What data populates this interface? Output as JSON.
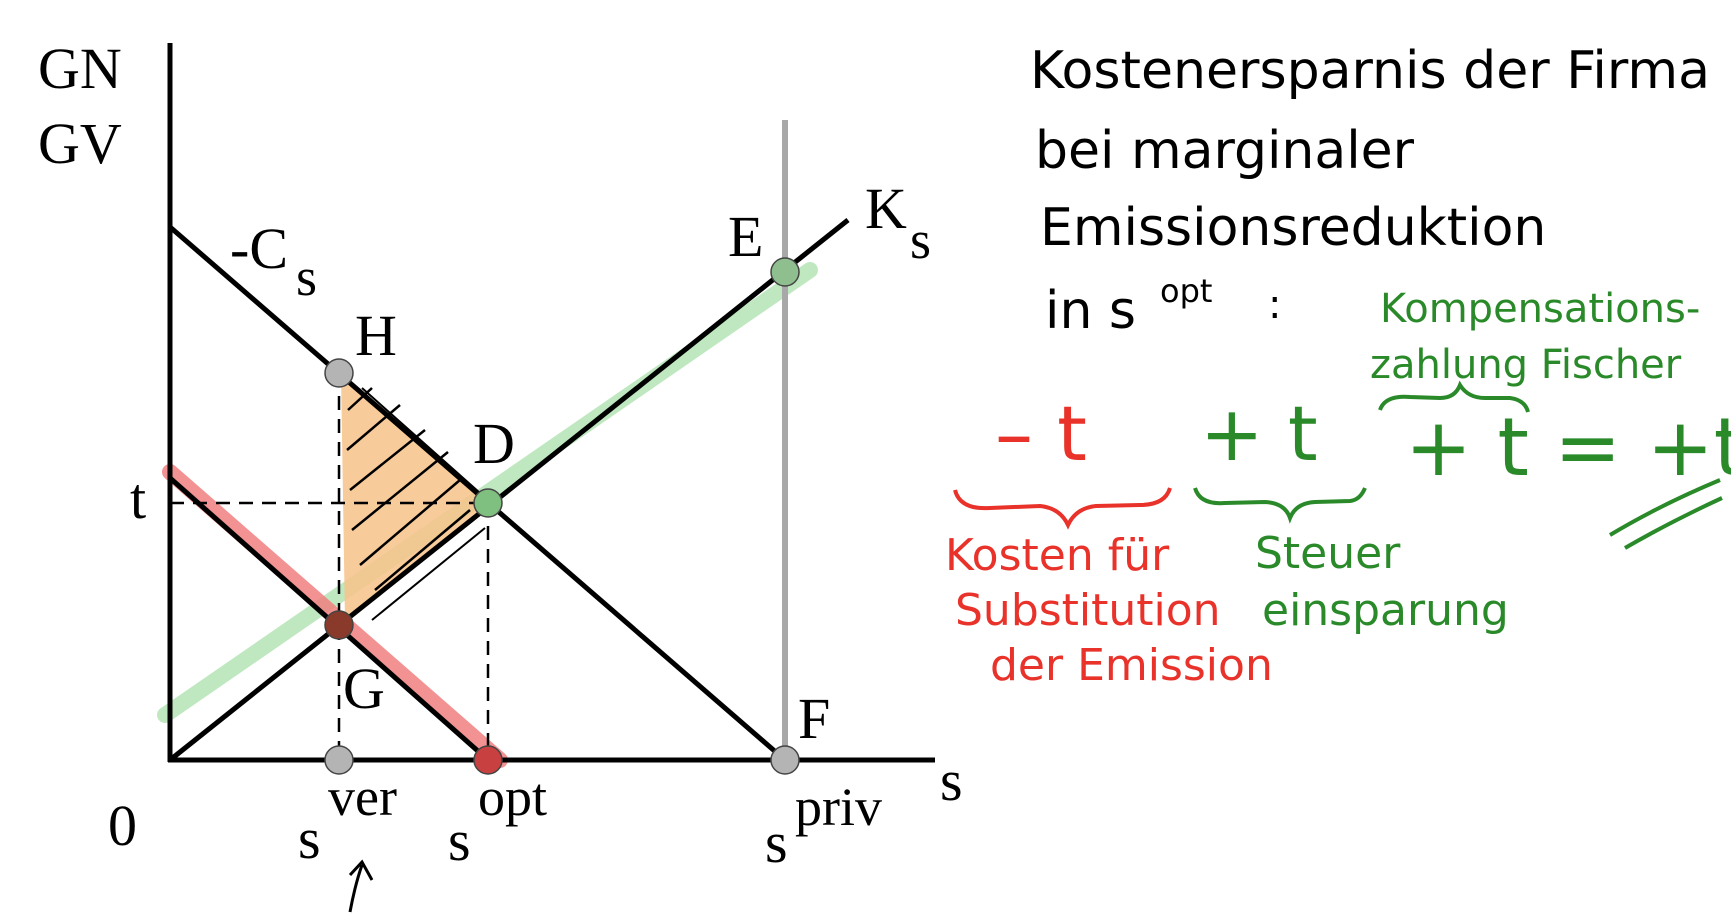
{
  "colors": {
    "ink": "#000000",
    "red": "#e8322a",
    "red_highlight": "#f08080",
    "green": "#2a8a2a",
    "green_highlight": "#bfe8c0",
    "orange_fill": "#f7c28a",
    "grey_line": "#a8a8a8",
    "point_grey": "#b4b4b4",
    "point_green": "#7fbf7f",
    "point_red": "#c84040",
    "point_darkred": "#8a3a2a"
  },
  "diagram": {
    "axis": {
      "y_label_line1": "GN",
      "y_label_line2": "GV",
      "origin_label": "0",
      "x_label": "s"
    },
    "tick_labels": {
      "t": "t",
      "s_ver_base": "s",
      "s_ver_sup": "ver",
      "s_opt_base": "s",
      "s_opt_sup": "opt",
      "s_priv_base": "s",
      "s_priv_sup": "priv"
    },
    "curve_labels": {
      "minus_C_base": "-C",
      "minus_C_sub": "s",
      "K_base": "K",
      "K_sub": "s"
    },
    "point_labels": {
      "H": "H",
      "D": "D",
      "E": "E",
      "F": "F",
      "G": "G"
    }
  },
  "notes": {
    "heading_line1": "Kostenersparnis der Firma",
    "heading_line2": "bei marginaler",
    "heading_line3": "Emissionsreduktion",
    "heading_line4_base": "in s",
    "heading_line4_sup": "opt",
    "heading_line4_colon": ":",
    "term_red": "– t",
    "term_red_caption_line1": "Kosten für",
    "term_red_caption_line2": "Substitution",
    "term_red_caption_line3": "der Emission",
    "term_green": "+ t",
    "term_green_caption_line1": "Steuer",
    "term_green_caption_line2": "einsparung",
    "compensation_line1": "Kompensations-",
    "compensation_line2": "zahlung Fischer",
    "equation": "+ t = +t"
  }
}
